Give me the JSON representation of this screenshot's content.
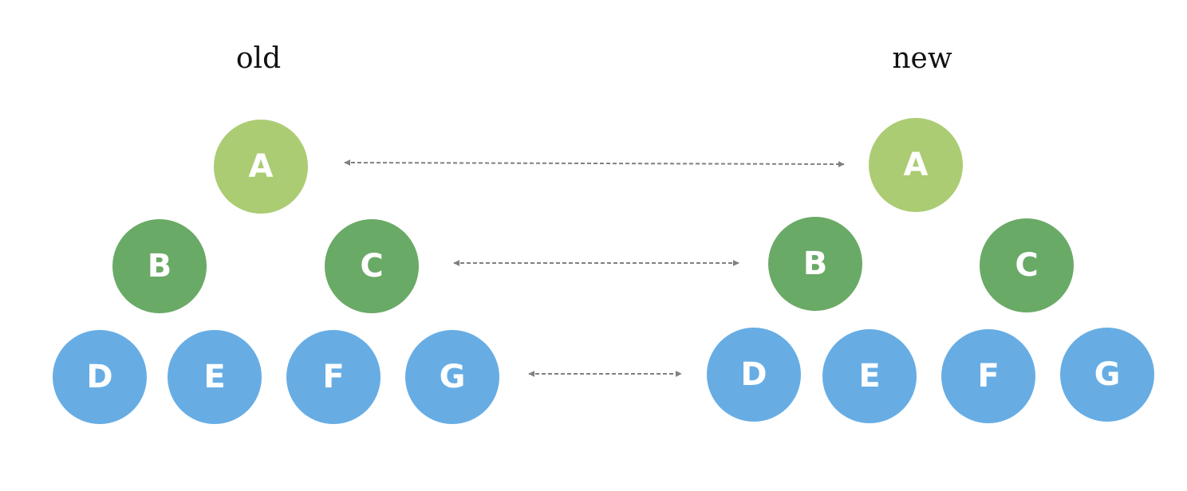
{
  "old_tree": {
    "title": "old",
    "levels": [
      [
        "A"
      ],
      [
        "B",
        "C"
      ],
      [
        "D",
        "E",
        "F",
        "G"
      ]
    ]
  },
  "new_tree": {
    "title": "new",
    "levels": [
      [
        "A"
      ],
      [
        "B",
        "C"
      ],
      [
        "D",
        "E",
        "F",
        "G"
      ]
    ]
  },
  "colors": {
    "level_0": "#abcc73",
    "level_1": "#69aa66",
    "level_2": "#67ade4",
    "arrow": "#808080",
    "node_text": "#ffffff"
  },
  "comparison_arrows": [
    "level_0",
    "level_1",
    "level_2"
  ],
  "arrow_style": "dashed double-headed"
}
